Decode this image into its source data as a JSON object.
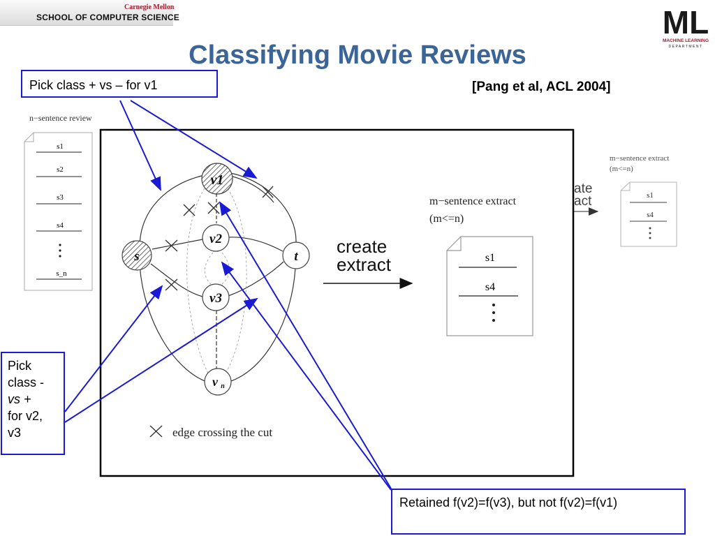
{
  "header": {
    "university": "Carnegie Mellon",
    "school": "SCHOOL OF COMPUTER SCIENCE",
    "logo_letters": "ML",
    "logo_text": "MACHINE LEARNING",
    "logo_subtext": "DEPARTMENT"
  },
  "slide": {
    "title": "Classifying Movie Reviews",
    "citation": "[Pang et al, ACL 2004]"
  },
  "callouts": {
    "top": "Pick class + vs – for v1",
    "left_line1": "Pick",
    "left_line2": "class -",
    "left_line3": "vs +",
    "left_line4": "for v2,",
    "left_line5": "v3",
    "bottom": "Retained f(v2)=f(v3), but not f(v2)=f(v1)"
  },
  "review_doc": {
    "label": "n−sentence review",
    "lines": [
      "s1",
      "s2",
      "s3",
      "s4",
      "s_n"
    ]
  },
  "graph": {
    "nodes": {
      "s": "s",
      "t": "t",
      "v1": "v1",
      "v2": "v2",
      "v3": "v3",
      "vn_base": "v",
      "vn_sub": "n"
    },
    "legend": "edge crossing the cut"
  },
  "extract": {
    "action_line1": "create",
    "action_line2": "extract",
    "label_line1": "m−sentence extract",
    "label_line2": "(m<=n)",
    "lines": [
      "s1",
      "s4"
    ]
  },
  "right_extract": {
    "partial_line1": "ate",
    "partial_line2": "act",
    "label_line1": "m−sentence extract",
    "label_line2": "(m<=n)",
    "lines": [
      "s1",
      "s4"
    ]
  },
  "colors": {
    "title": "#3a6596",
    "callout_border": "#1a1ad6",
    "cmu_red": "#a6192e"
  }
}
